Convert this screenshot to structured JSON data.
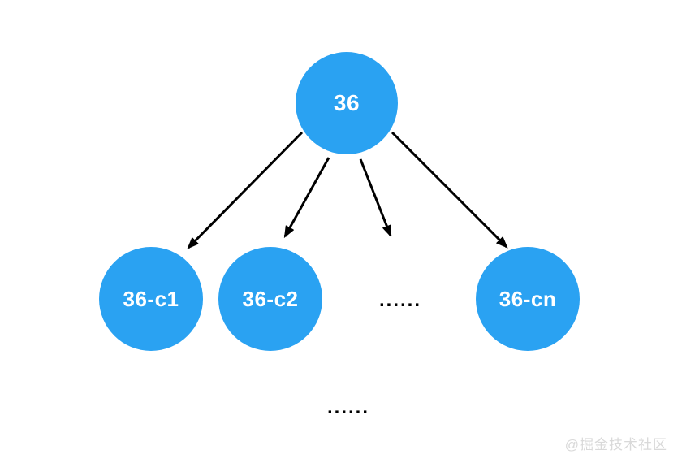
{
  "diagram": {
    "root": {
      "label": "36"
    },
    "children": [
      {
        "label": "36-c1"
      },
      {
        "label": "36-c2"
      },
      {
        "label": "36-cn"
      }
    ],
    "ellipsis_mid": "......",
    "ellipsis_bottom": "......",
    "colors": {
      "node_fill": "#2AA2F2",
      "node_text": "#FFFFFF",
      "arrow": "#000000",
      "watermark": "#D9D9D9"
    }
  },
  "watermark": "@掘金技术社区"
}
